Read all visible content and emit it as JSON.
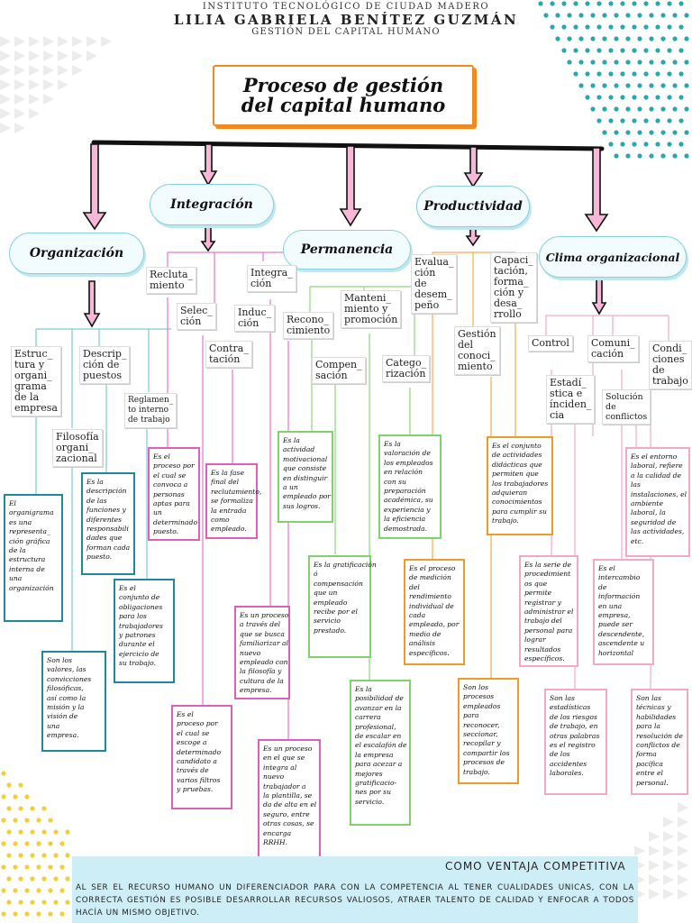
{
  "header": {
    "institute": "INSTITUTO TECNOLÓGICO DE CIUDAD MADERO",
    "author": "LILIA GABRIELA BENÍTEZ GUZMÁN",
    "subject": "GESTIÓN DEL CAPITAL HUMANO"
  },
  "title": "Proceso de gestión del capital humano",
  "main_nodes": {
    "integracion": "Integración",
    "productividad": "Productividad",
    "organizacion": "Organización",
    "permanencia": "Permanencia",
    "clima": "Clima organizacional"
  },
  "labels": {
    "estructura": "Estruc_\ntura y\norgani_\ngrama\nde la\nempresa",
    "descripcion": "Descrip_\nción de\npuestos",
    "filosofia": "Filosofía\norgani_\nzacional",
    "reglamento": "Reglamen_\nto interno\nde trabajo",
    "reclutamiento": "Recluta_\nmiento",
    "seleccion": "Selec_\nción",
    "contratacion": "Contra_\ntación",
    "induccion": "Induc_\nción",
    "integracion2": "Integra_\nción",
    "reconocimiento": "Recono_\ncimiento",
    "mantenimiento": "Manteni_\nmiento y\npromoción",
    "compensacion": "Compen_\nsación",
    "categorizacion": "Catego_\nrización",
    "evaluacion": "Evalua_\nción\nde\ndesem_\npeño",
    "capacitacion": "Capaci_\ntación,\nforma_\nción y\ndesa_\nrrollo",
    "gestion_conocimiento": "Gestión\ndel\nconoci_\nmiento",
    "control": "Control",
    "comunicacion": "Comuni_\ncación",
    "condiciones": "Condi_\nciones\nde\ntrabajo",
    "estadistica": "Estadí_\nstica e\nínciden_\ncia",
    "solucion": "Solución\nde\nconflictos"
  },
  "definitions": {
    "organigrama": "El\norganigrama\nes una\nrepresenta_\nción gráfica\nde la\nestructura\ninterna de\nuna\norganización",
    "descripcion": "Es la\ndescripción\nde las\nfunciones y\ndiferentes\nresponsabili\ndades que\nforman cada\npuesto.",
    "obligaciones": "Es el\nconjunto de\nobligaciones\npara los\ntrabajadores\ny patrones\ndurante el\nejercicio de\nsu trabajo.",
    "valores": "Son los\nvalores, las\nconvicciones\nfilosóficas,\nasí como la\nmisión y la\nvisión de\nuna\nempresa.",
    "reclutamiento": "Es el\nproceso por\nel cual se\nconvoca a\npersonas\naptas para\nun\ndeterminado\npuesto.",
    "contratacion": "Es la fase\nfinal del\nreclutamiento,\nse formaliza\nla entrada\ncomo\nempleado.",
    "induccion": "Es un proceso\na través del\nque se busca\nfamiliarizar al\nnuevo\nempleado con\nla filosofía y\ncultura de la\nempresa.",
    "seleccion": "Es el\nproceso por\nel cual se\nescoge a\ndeterminado\ncandidato a\ntravés de\nvarios filtros\ny pruebas.",
    "integracion": "Es un proceso\nen el que se\nintegra al\nnuevo\ntrabajador a\nla plantilla, se\nda de alta en el\nseguro, entre\notras cosas, se\nencarga\nRRHH.",
    "reconocimiento": "Es la\nactividad\nmotivacional\nque consiste\nen distinguir\na un\nempleado por\nsus logros.",
    "compensacion": "Es la gratificación\nó\ncompensación\nque un\nempleado\nrecibe por el\nservicio\nprestado.",
    "categorizacion": "Es la\nvaloración de\nlos empleados\nen relación\ncon su\npreparación\nacadémica, su\nexperiencia y\nla eficiencia\ndemostrada.",
    "promocion": "Es la\nposibilidad de\navanzar en la\ncarrera\nprofesional,\nde escalar en\nel escalafón de\nla empresa\npara acezar a\nmejores\ngratificacio-\nnes por su\nservicio.",
    "evaluacion": "Es el proceso\nde medición\ndel\nrendimiento\nindividual de\ncada\nempleado, por\nmedio de\nanálisis\nespecíficos.",
    "capacitacion": "Es el conjunto\nde actividades\ndidácticas que\npermiten que\nlos trabajadores\nadquieran\nconocimientos\npara cumplir su\ntrabajo.",
    "gestion": "Son los\nprocesos\nempleados\npara\nreconocer,\nseccionar,\nrecopilar y\ncompartir los\nprocesos de\ntrabajo.",
    "control": "Es la serie de\nprocedimient\nos que\npermite\nregistrar y\nadministrar el\ntrabajo del\npersonal para\nlograr\nresultados\nespecíficos.",
    "estadistica": "Son las\nestadísticas\nde los riesgos\nde trabajo, en\notras palabras\nes el registro\nde los\naccidentes\nlaborales.",
    "comunicacion": "Es el\nintercambio\nde\ninformación\nen una\nempresa,\npuede ser\ndescendente,\nascendente u\nhorizontal",
    "condiciones": "Es el entorno\nlaboral, refiere\na la calidad de\nlas\ninstalaciones, el\nambiente\nlaboral, la\nseguridad de\nlas actividades,\netc.",
    "solucion": "Son las\ntécnicas y\nhabilidades\npara la\nresolución de\nconflictos de\nforma\npacífica\nentre el\npersonal."
  },
  "bottom": {
    "title": "COMO VENTAJA COMPETITIVA",
    "text": "AL SER EL RECURSO HUMANO UN DIFERENCIADOR PARA CON LA COMPETENCIA AL TENER CUALIDADES UNICAS, CON LA CORRECTA GESTIÓN ES POSIBLE DESARROLLAR RECURSOS VALIOSOS, ATRAER TALENTO DE CALIDAD Y ENFOCAR A TODOS HACÍA UN MISMO OBJETIVO."
  },
  "colors": {
    "teal": "#1d8a95",
    "pink": "#e05fb8",
    "green": "#7fd36a",
    "orange": "#f09a2a",
    "rose": "#f3a9c6",
    "cyan_cloud": "#8ad1e0",
    "arrow_fill": "#f6b8d6",
    "band": "#ceeef7"
  }
}
